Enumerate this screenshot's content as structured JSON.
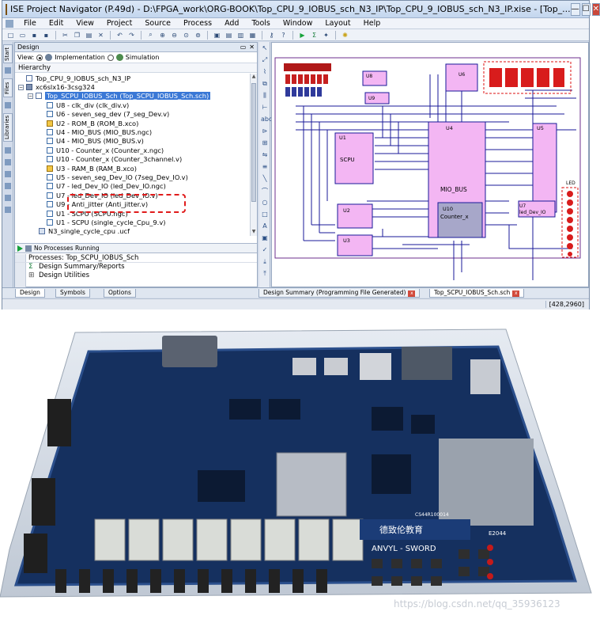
{
  "window": {
    "title": "ISE Project Navigator (P.49d) - D:\\FPGA_work\\ORG-BOOK\\Top_CPU_9_IOBUS_sch_N3_IP\\Top_CPU_9_IOBUS_sch_N3_IP.xise - [Top_...",
    "min": "—",
    "max": "☐",
    "close": "✕"
  },
  "menu": [
    "File",
    "Edit",
    "View",
    "Project",
    "Source",
    "Process",
    "Add",
    "Tools",
    "Window",
    "Layout",
    "Help"
  ],
  "sidebar_tabs": {
    "start": "Start",
    "files": "Files",
    "libraries": "Libraries"
  },
  "design_panel": {
    "title": "Design",
    "view_label": "View:",
    "implementation": "Implementation",
    "simulation": "Simulation",
    "hierarchy": "Hierarchy",
    "tree": [
      {
        "text": "Top_CPU_9_IOBUS_sch_N3_IP",
        "icon": "doc-icon",
        "indent": 14,
        "toggle": ""
      },
      {
        "text": "xc6slx16-3csg324",
        "icon": "chip-icon",
        "indent": 4,
        "toggle": "−"
      },
      {
        "text": "Top_SCPU_IOBUS_Sch (Top_SCPU_IOBUS_Sch.sch)",
        "icon": "schematic-icon",
        "indent": 16,
        "toggle": "−",
        "selected": true
      },
      {
        "text": "U8 - clk_div (clk_div.v)",
        "icon": "verilog-file-icon",
        "indent": 40,
        "toggle": ""
      },
      {
        "text": "U6 - seven_seg_dev (7_seg_Dev.v)",
        "icon": "verilog-file-icon",
        "indent": 40,
        "toggle": ""
      },
      {
        "text": "U2 - ROM_B (ROM_B.xco)",
        "icon": "core-icon",
        "indent": 40,
        "toggle": ""
      },
      {
        "text": "U4 - MIO_BUS (MIO_BUS.ngc)",
        "icon": "verilog-file-icon",
        "indent": 40,
        "toggle": ""
      },
      {
        "text": "U4 - MIO_BUS (MIO_BUS.v)",
        "icon": "verilog-file-icon",
        "indent": 40,
        "toggle": ""
      },
      {
        "text": "U10 - Counter_x (Counter_x.ngc)",
        "icon": "verilog-file-icon",
        "indent": 40,
        "toggle": ""
      },
      {
        "text": "U10 - Counter_x (Counter_3channel.v)",
        "icon": "verilog-file-icon",
        "indent": 40,
        "toggle": ""
      },
      {
        "text": "U3 - RAM_B (RAM_B.xco)",
        "icon": "core-icon",
        "indent": 40,
        "toggle": ""
      },
      {
        "text": "U5 - seven_seg_Dev_IO (7seg_Dev_IO.v)",
        "icon": "verilog-file-icon",
        "indent": 40,
        "toggle": ""
      },
      {
        "text": "U7 - led_Dev_IO (led_Dev_IO.ngc)",
        "icon": "verilog-file-icon",
        "indent": 40,
        "toggle": ""
      },
      {
        "text": "U7 - led_Dev_IO (led_Dev_IO.v)",
        "icon": "verilog-file-icon",
        "indent": 40,
        "toggle": ""
      },
      {
        "text": "U9 - Anti_jitter (Anti_jitter.v)",
        "icon": "verilog-file-icon",
        "indent": 40,
        "toggle": ""
      },
      {
        "text": "U1 - SCPU (SCPU.ngc)",
        "icon": "verilog-file-icon",
        "indent": 40,
        "toggle": ""
      },
      {
        "text": "U1 - SCPU (single_cycle_Cpu_9.v)",
        "icon": "verilog-file-icon",
        "indent": 40,
        "toggle": ""
      },
      {
        "text": "N3_single_cycle_cpu .ucf",
        "icon": "ucf-file-icon",
        "indent": 30,
        "toggle": ""
      }
    ],
    "no_processes": "No Processes Running",
    "processes_label": "Processes: Top_SCPU_IOBUS_Sch",
    "processes": [
      {
        "text": "Design Summary/Reports",
        "icon": "Σ"
      },
      {
        "text": "Design Utilities",
        "icon": ""
      }
    ]
  },
  "bottom_tabs": {
    "design": "Design",
    "symbols": "Symbols",
    "options": "Options",
    "summary": "Design Summary (Programming File Generated)",
    "sch": "Top_SCPU_IOBUS_Sch.sch",
    "x": "x"
  },
  "status": {
    "coords": "[428,2960]"
  },
  "schematic": {
    "u8": "U8",
    "u6": "U6",
    "u9": "U9",
    "u1": "U1",
    "scpu": "SCPU",
    "u4": "U4",
    "mio": "MIO_BUS",
    "u5": "U5",
    "u2": "U2",
    "u3": "U3",
    "u10": "U10",
    "counter": "Counter_x",
    "u7": "U7",
    "led": "led_Dev_IO",
    "led_header": "LED"
  },
  "board": {
    "brand_cn": "德致伦教育",
    "brand": "ANVYL - SWORD",
    "model": "E2044",
    "sub": "CS44R100014",
    "watermark": "https://blog.csdn.net/qq_35936123"
  }
}
